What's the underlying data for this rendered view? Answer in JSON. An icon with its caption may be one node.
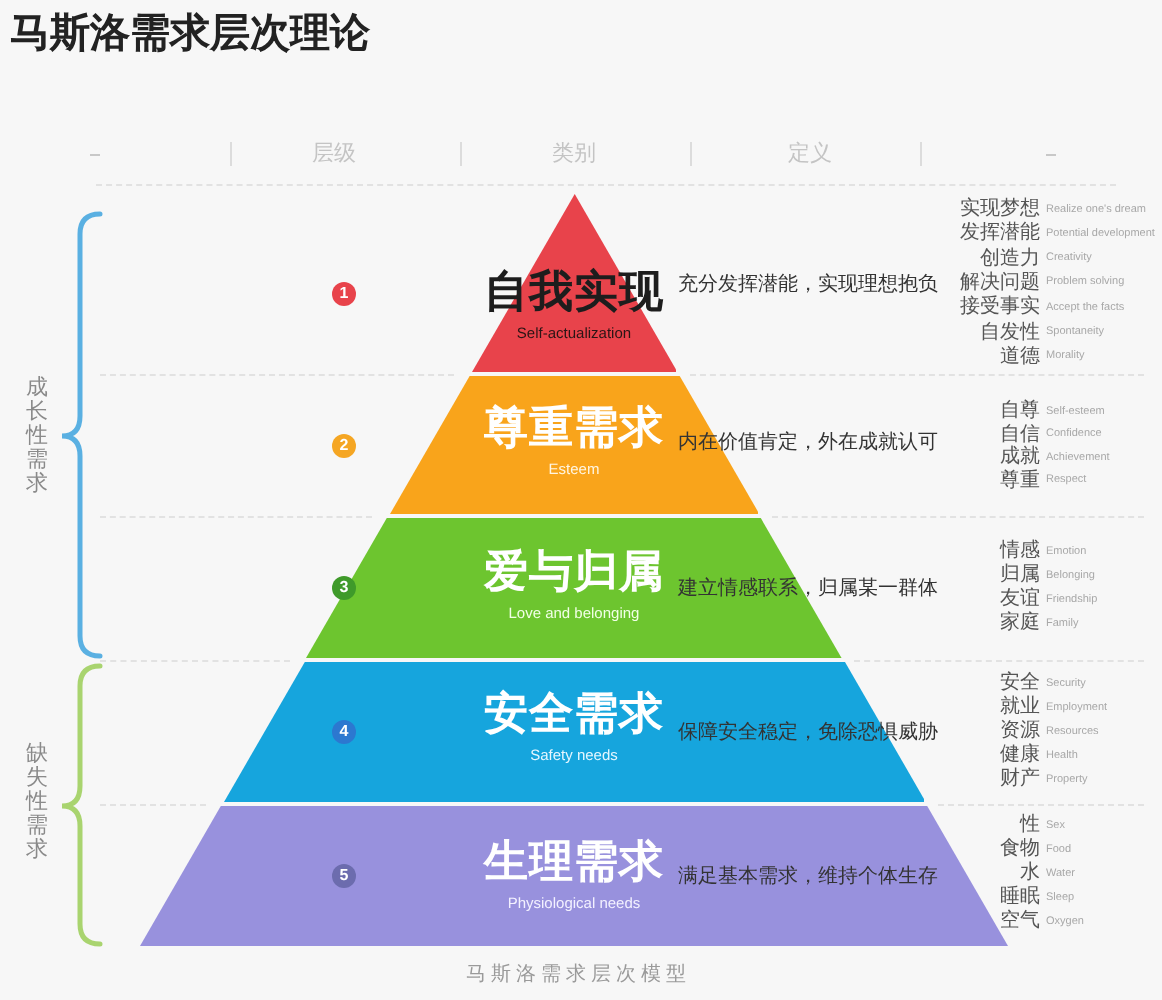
{
  "diagram": {
    "title": "马斯洛需求层次理论",
    "nodes": [
      {
        "text": [
          "自我实现",
          "Self-actualization"
        ],
        "beside": [
          "充分发挥潜能，实现理想抱负"
        ]
      },
      {
        "text": [
          "尊重需求",
          "Esteem"
        ],
        "beside": [
          "内在价值肯定，外在成就认可"
        ]
      },
      {
        "text": [
          "爱与归属",
          "Love and belonging"
        ],
        "beside": [
          "建立情感联系，归属某一群体"
        ]
      },
      {
        "text": [
          "安全需求",
          "Safety needs",
          "保障安全稳定，免除恐惧威胁"
        ]
      },
      {
        "text": [
          "生理需求",
          "Physiological needs",
          "满足基本需求，维持个体生存"
        ]
      }
    ],
    "labels": [
      "层级",
      "类别",
      "定义",
      "成长性需求",
      "缺失性需求",
      "1",
      "2",
      "3",
      "4",
      "5",
      "实现梦想",
      "Realize one's dream",
      "发挥潜能",
      "Potential development",
      "创造力",
      "Creativity",
      "解决问题",
      "Problem solving",
      "接受事实",
      "Accept the facts",
      "自发性",
      "Spontaneity",
      "道德",
      "Morality",
      "自尊",
      "Self-esteem",
      "自信",
      "Confidence",
      "成就",
      "Achievement",
      "尊重",
      "Respect",
      "情感",
      "Emotion",
      "归属",
      "Belonging",
      "友谊",
      "Friendship",
      "家庭",
      "Family",
      "安全",
      "Security",
      "就业",
      "Employment",
      "资源",
      "Resources",
      "健康",
      "Health",
      "财产",
      "Property",
      "性",
      "Sex",
      "食物",
      "Food",
      "水",
      "Water",
      "睡眠",
      "Sleep",
      "空气",
      "Oxygen"
    ],
    "caption": "马斯洛需求层次模型"
  }
}
